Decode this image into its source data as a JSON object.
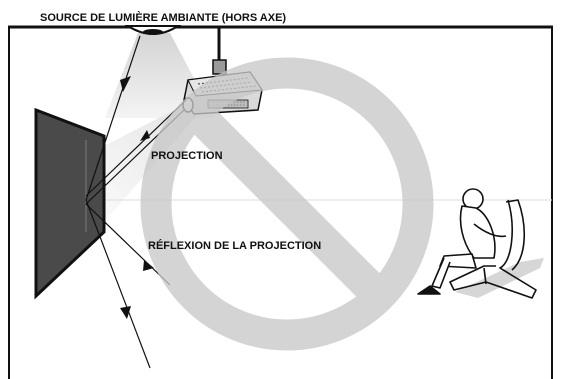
{
  "labels": {
    "source": "SOURCE DE LUMIÈRE AMBIANTE (HORS AXE)",
    "projection": "PROJECTION",
    "reflection": "RÉFLEXION DE LA PROJECTION"
  },
  "colors": {
    "background": "#ffffff",
    "line": "#111111",
    "screen_fill": "#4a4a4a",
    "prohibition": "#c8c8c8",
    "light_cone": "#dcdcdc",
    "projector_body": "#d9d9d9"
  },
  "icons": {
    "prohibition": "no-symbol-icon",
    "viewer": "seated-person-icon",
    "projector": "ceiling-projector-icon",
    "lamp": "ceiling-lamp-icon"
  }
}
